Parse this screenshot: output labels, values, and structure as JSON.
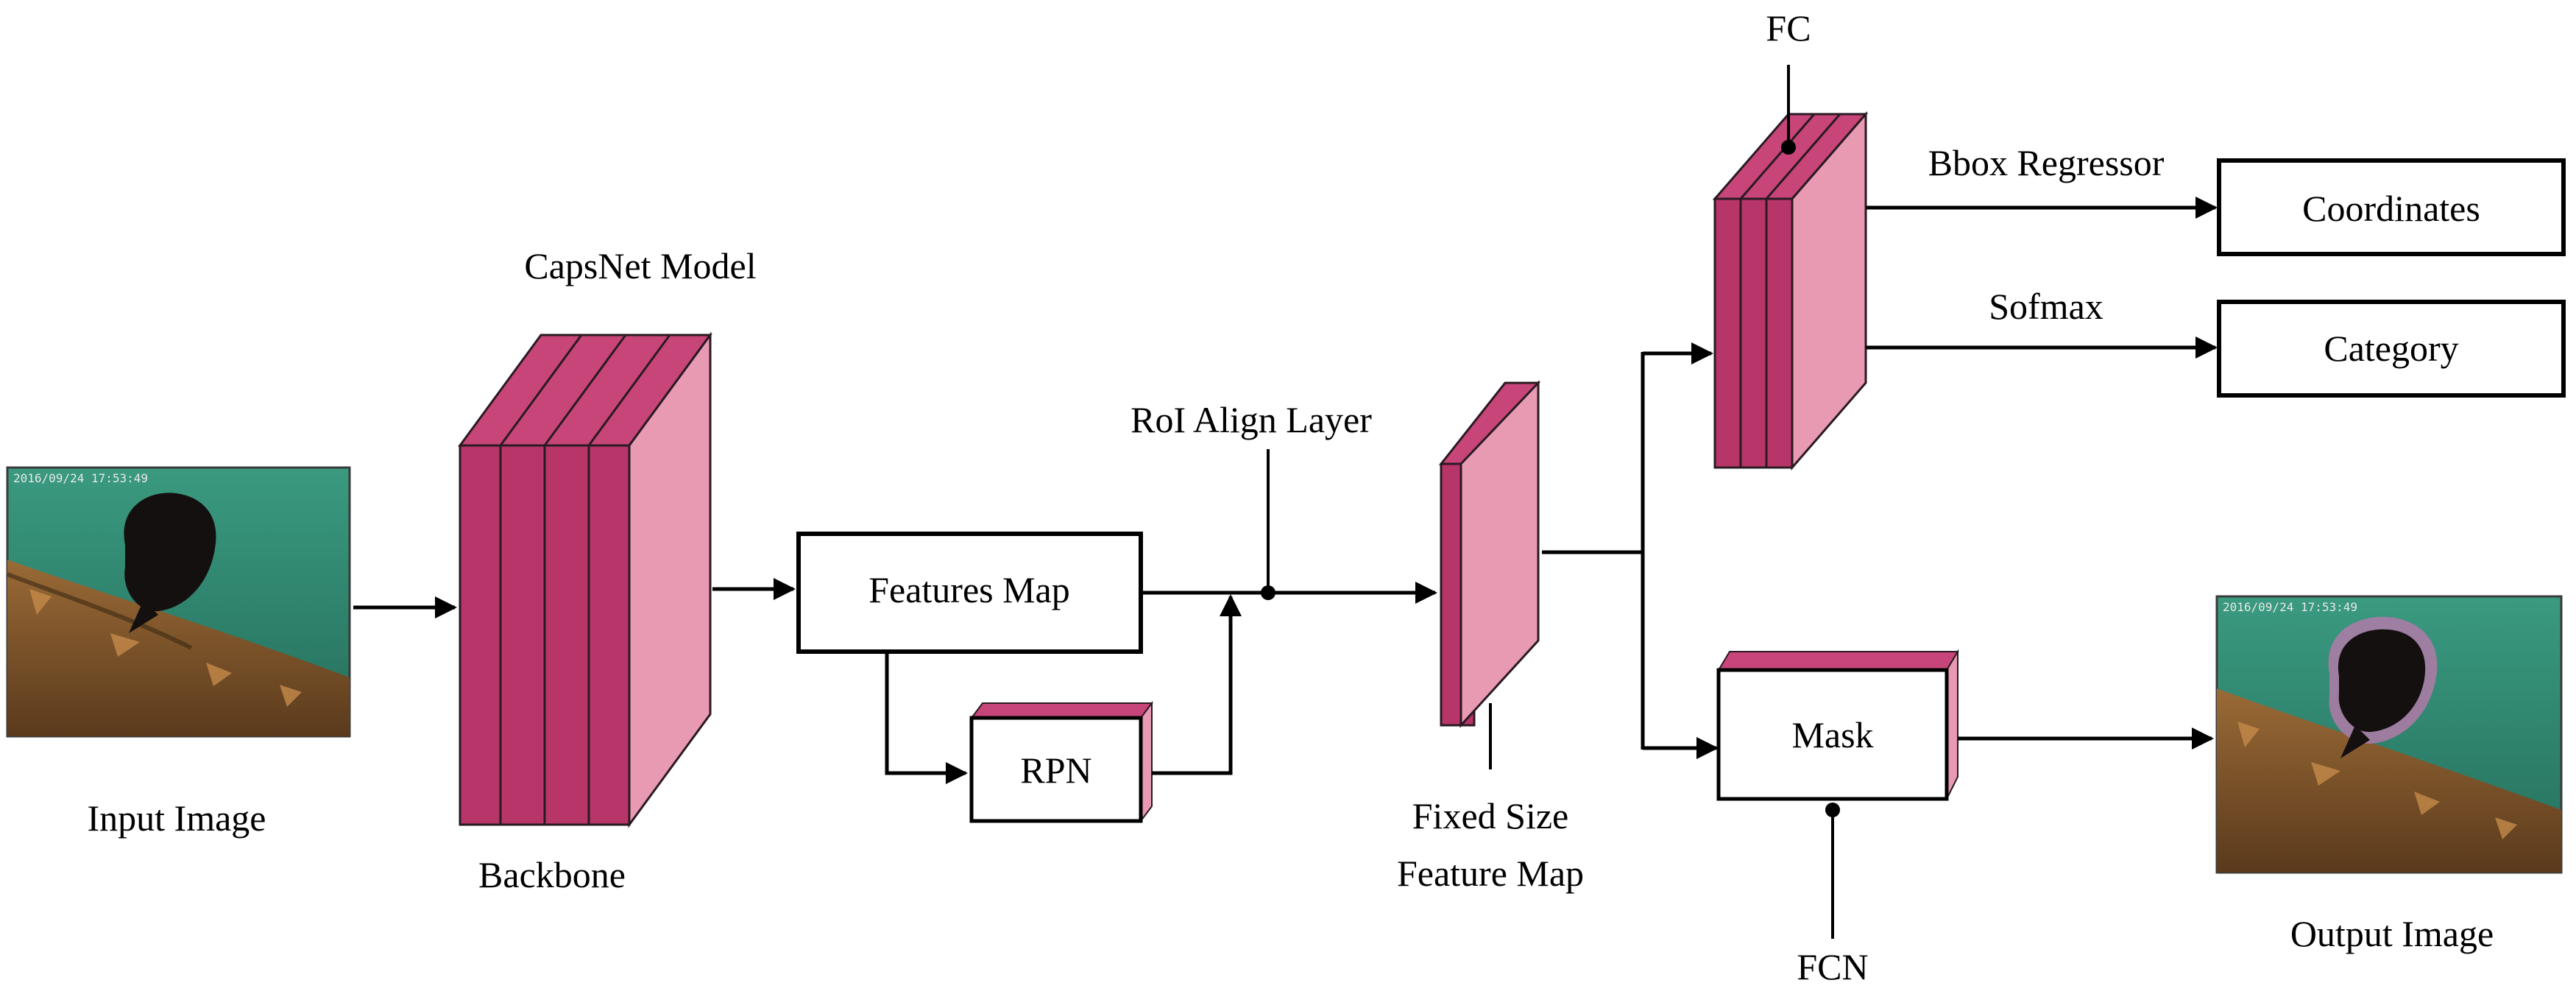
{
  "labels": {
    "input_image": "Input Image",
    "capsnet_model": "CapsNet Model",
    "backbone": "Backbone",
    "features_map": "Features Map",
    "rpn": "RPN",
    "roi_align": "RoI Align Layer",
    "fixed_size_1": "Fixed Size",
    "fixed_size_2": "Feature Map",
    "fc": "FC",
    "bbox_regressor": "Bbox Regressor",
    "coordinates": "Coordinates",
    "softmax": "Sofmax",
    "category": "Category",
    "mask": "Mask",
    "fcn": "FCN",
    "output_image": "Output Image"
  },
  "photo_overlay": {
    "input": "2016/09/24 17:53:49",
    "output": "2016/09/24 17:53:49"
  },
  "colors": {
    "slab_dark": "#b8356a",
    "slab_light": "#e89ab3",
    "slab_top": "#c8457a",
    "water": "#2f8a72",
    "seabed": "#8a5a2a",
    "fish": "#1a1414",
    "mask_outline": "#b07aa8"
  }
}
